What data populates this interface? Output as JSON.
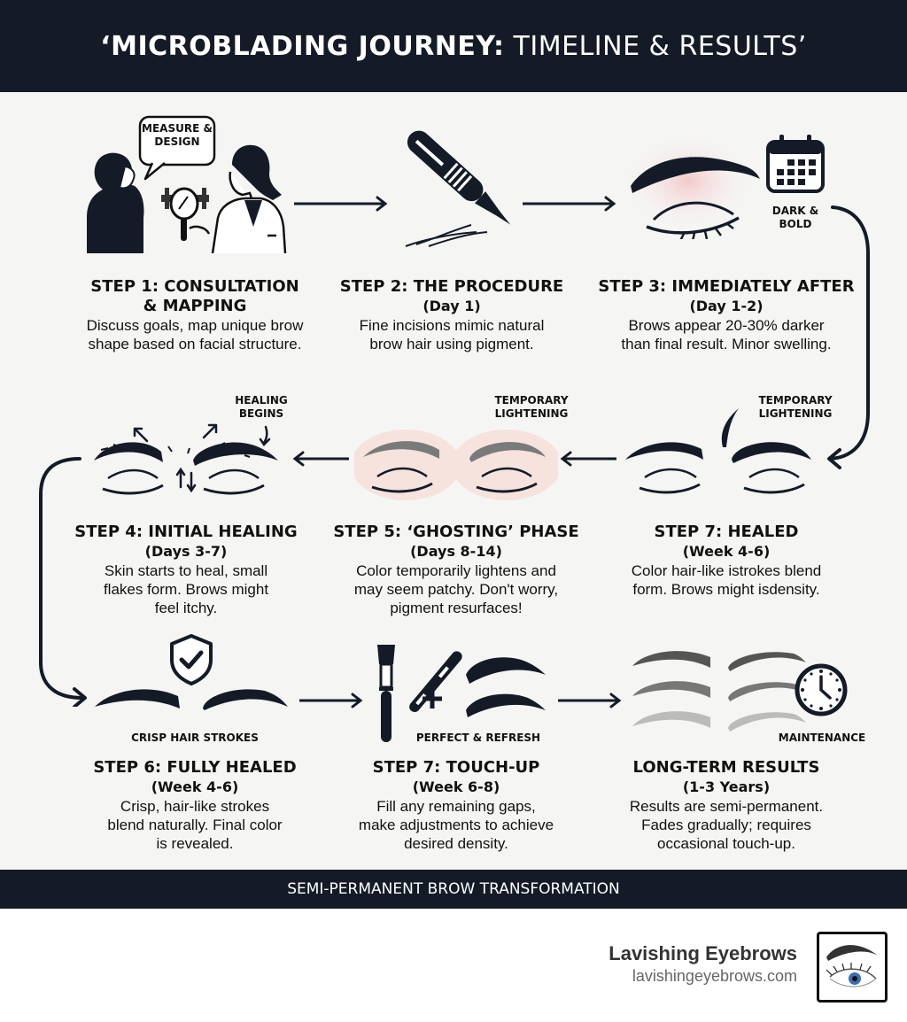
{
  "header": {
    "title_bold": "‘MICROBLADING JOURNEY:",
    "title_light": " TIMELINE & RESULTS’"
  },
  "colors": {
    "band": "#141b27",
    "ink": "#111111",
    "background": "#f5f5f4",
    "blush": "#f3c9c9"
  },
  "steps": [
    {
      "id": "step1",
      "title": "STEP 1: CONSULTATION",
      "title2": "& MAPPING",
      "desc": [
        "Discuss goals, map unique brow",
        "shape based on facial structure."
      ],
      "illustration_label": "MEASURE & DESIGN",
      "icon": "consultation-figures-icon"
    },
    {
      "id": "step2",
      "title": "STEP 2: THE PROCEDURE",
      "sub": "(Day 1)",
      "desc": [
        "Fine incisions mimic natural",
        "brow hair using pigment."
      ],
      "icon": "microblading-pen-icon"
    },
    {
      "id": "step3",
      "title": "STEP 3: IMMEDIATELY AFTER",
      "sub": "(Day 1-2)",
      "desc": [
        "Brows appear 20-30% darker",
        "than final result. Minor swelling."
      ],
      "illustration_label": "DARK & BOLD",
      "icon": "calendar-icon"
    },
    {
      "id": "step7-healed",
      "title": "STEP 7: HEALED",
      "sub": "(Week 4-6)",
      "desc": [
        "Color hair-like istrokes blend",
        "form. Brows might isdensity."
      ],
      "illustration_label": "TEMPORARY LIGHTENING"
    },
    {
      "id": "step5",
      "title": "STEP 5: ‘GHOSTING’ PHASE",
      "sub": "(Days 8-14)",
      "desc": [
        "Color temporarily lightens and",
        "may seem patchy. Don't worry,",
        "pigment resurfaces!"
      ],
      "illustration_label": "TEMPORARY LIGHTENING"
    },
    {
      "id": "step4",
      "title": "STEP 4: INITIAL HEALING",
      "sub": "(Days 3-7)",
      "desc": [
        "Skin starts to heal, small",
        "flakes form. Brows might",
        "feel itchy."
      ],
      "illustration_label": "HEALING BEGINS"
    },
    {
      "id": "step6",
      "title": "STEP 6: FULLY HEALED",
      "sub": "(Week 4-6)",
      "desc": [
        "Crisp, hair-like strokes",
        "blend naturally. Final color",
        "is revealed."
      ],
      "illustration_label": "CRISP HAIR STROKES",
      "icon": "shield-check-icon"
    },
    {
      "id": "step7-touchup",
      "title": "STEP 7: TOUCH-UP",
      "sub": "(Week 6-8)",
      "desc": [
        "Fill any remaining gaps,",
        "make adjustments to achieve",
        "desired density."
      ],
      "illustration_label": "PERFECT & REFRESH",
      "icon": "brush-pencil-icon"
    },
    {
      "id": "long-term",
      "title": "LONG-TERM RESULTS",
      "sub": "(1-3 Years)",
      "desc": [
        "Results are semi-permanent.",
        "Fades gradually; requires",
        "occasional touch-up."
      ],
      "illustration_label": "MAINTENANCE",
      "icon": "clock-icon"
    }
  ],
  "footer": {
    "band_text": "SEMI-PERMANENT BROW TRANSFORMATION",
    "brand_name": "Lavishing Eyebrows",
    "brand_url": "lavishingeyebrows.com"
  }
}
